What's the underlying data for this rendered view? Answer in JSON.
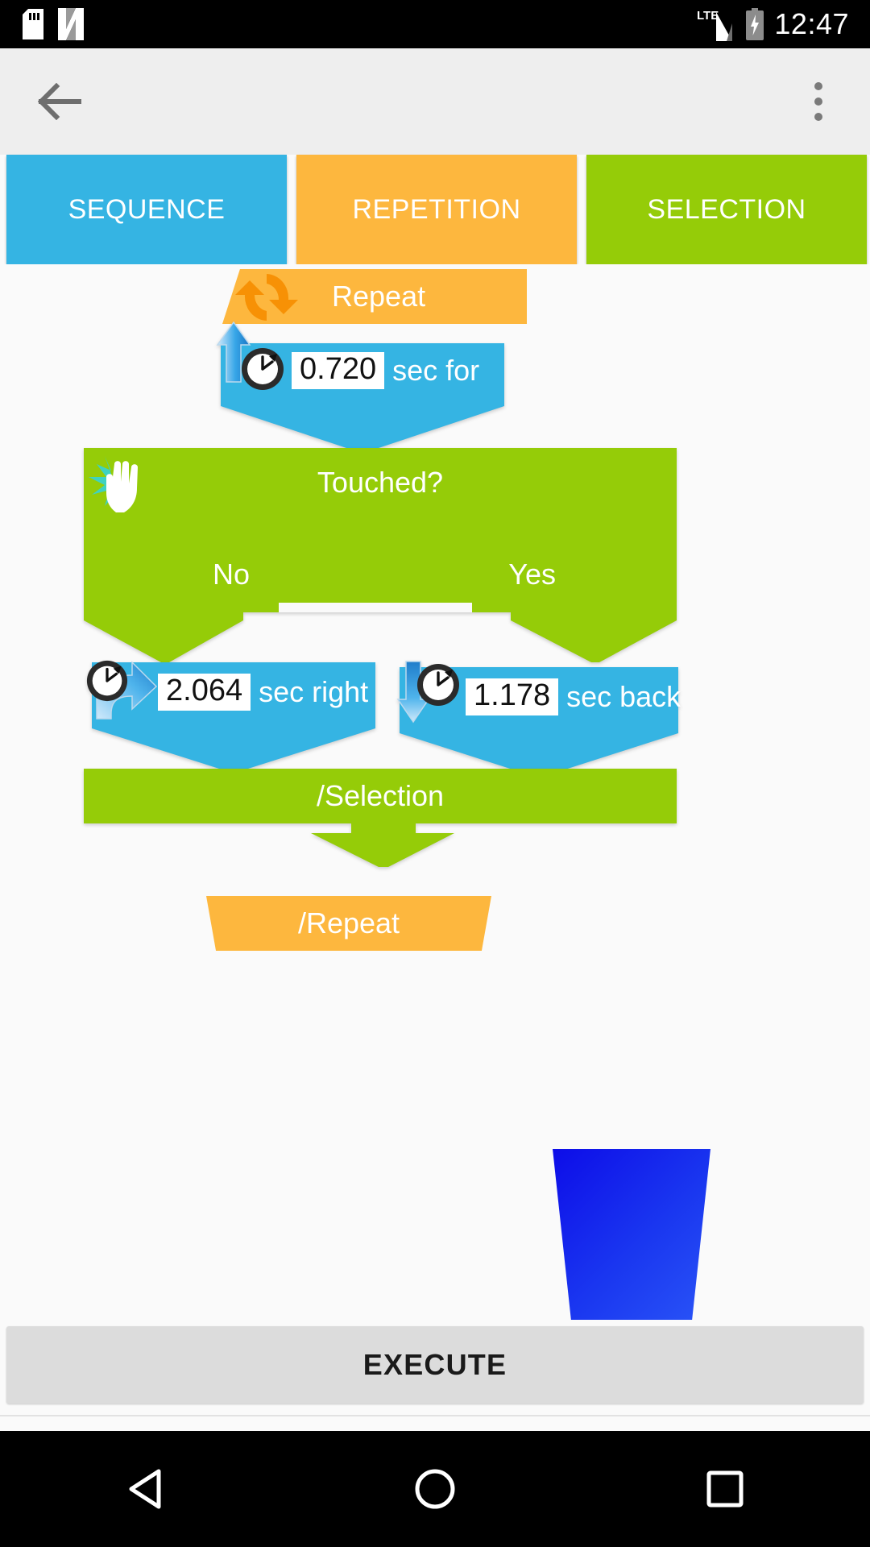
{
  "status_bar": {
    "time": "12:47",
    "icons": [
      "sd-card-icon",
      "android-n-icon",
      "lte-signal-icon",
      "battery-charging-icon"
    ],
    "network_label": "LTE",
    "background": "#000000"
  },
  "app_bar": {
    "back_icon": "back-arrow-icon",
    "overflow_icon": "overflow-menu-icon",
    "background": "#eeeeee"
  },
  "tabs": [
    {
      "label": "SEQUENCE",
      "color": "#35b4e3"
    },
    {
      "label": "REPETITION",
      "color": "#fdb73e"
    },
    {
      "label": "SELECTION",
      "color": "#95cc08"
    }
  ],
  "program": {
    "repeat_open": {
      "label": "Repeat",
      "icon": "loop-refresh-icon",
      "color": "#fdb73e"
    },
    "wait_block": {
      "value": "0.720",
      "suffix": "sec for",
      "icons": [
        "up-arrow-icon",
        "clock-icon"
      ],
      "color": "#35b4e3"
    },
    "condition": {
      "label": "Touched?",
      "icon": "hand-touch-icon",
      "color": "#95cc08",
      "branch_no": "No",
      "branch_yes": "Yes"
    },
    "action_left": {
      "value": "2.064",
      "suffix": "sec right",
      "icons": [
        "turn-right-arrow-icon",
        "clock-icon"
      ],
      "color": "#35b4e3"
    },
    "action_right": {
      "value": "1.178",
      "suffix": "sec back",
      "icons": [
        "down-arrow-icon",
        "clock-icon"
      ],
      "color": "#35b4e3"
    },
    "selection_close": {
      "label": "/Selection",
      "color": "#95cc08"
    },
    "repeat_close": {
      "label": "/Repeat",
      "color": "#fdb73e"
    },
    "drag_shape": {
      "name": "blue-drag-block",
      "color": "#1a37f0"
    }
  },
  "execute": {
    "label": "EXECUTE",
    "background": "#dcdcdc"
  },
  "nav_bar": {
    "background": "#000000",
    "buttons": [
      "back-triangle-icon",
      "home-circle-icon",
      "recents-square-icon"
    ]
  }
}
